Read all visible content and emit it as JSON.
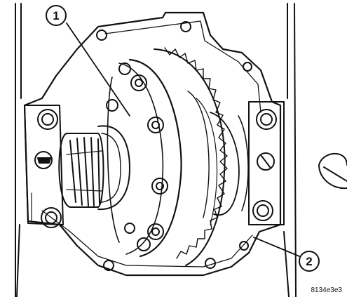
{
  "callouts": [
    {
      "id": "1",
      "label": "1"
    },
    {
      "id": "2",
      "label": "2"
    }
  ],
  "figure_code": "8134e3e3",
  "colors": {
    "ink": "#111111",
    "paper": "#ffffff"
  }
}
